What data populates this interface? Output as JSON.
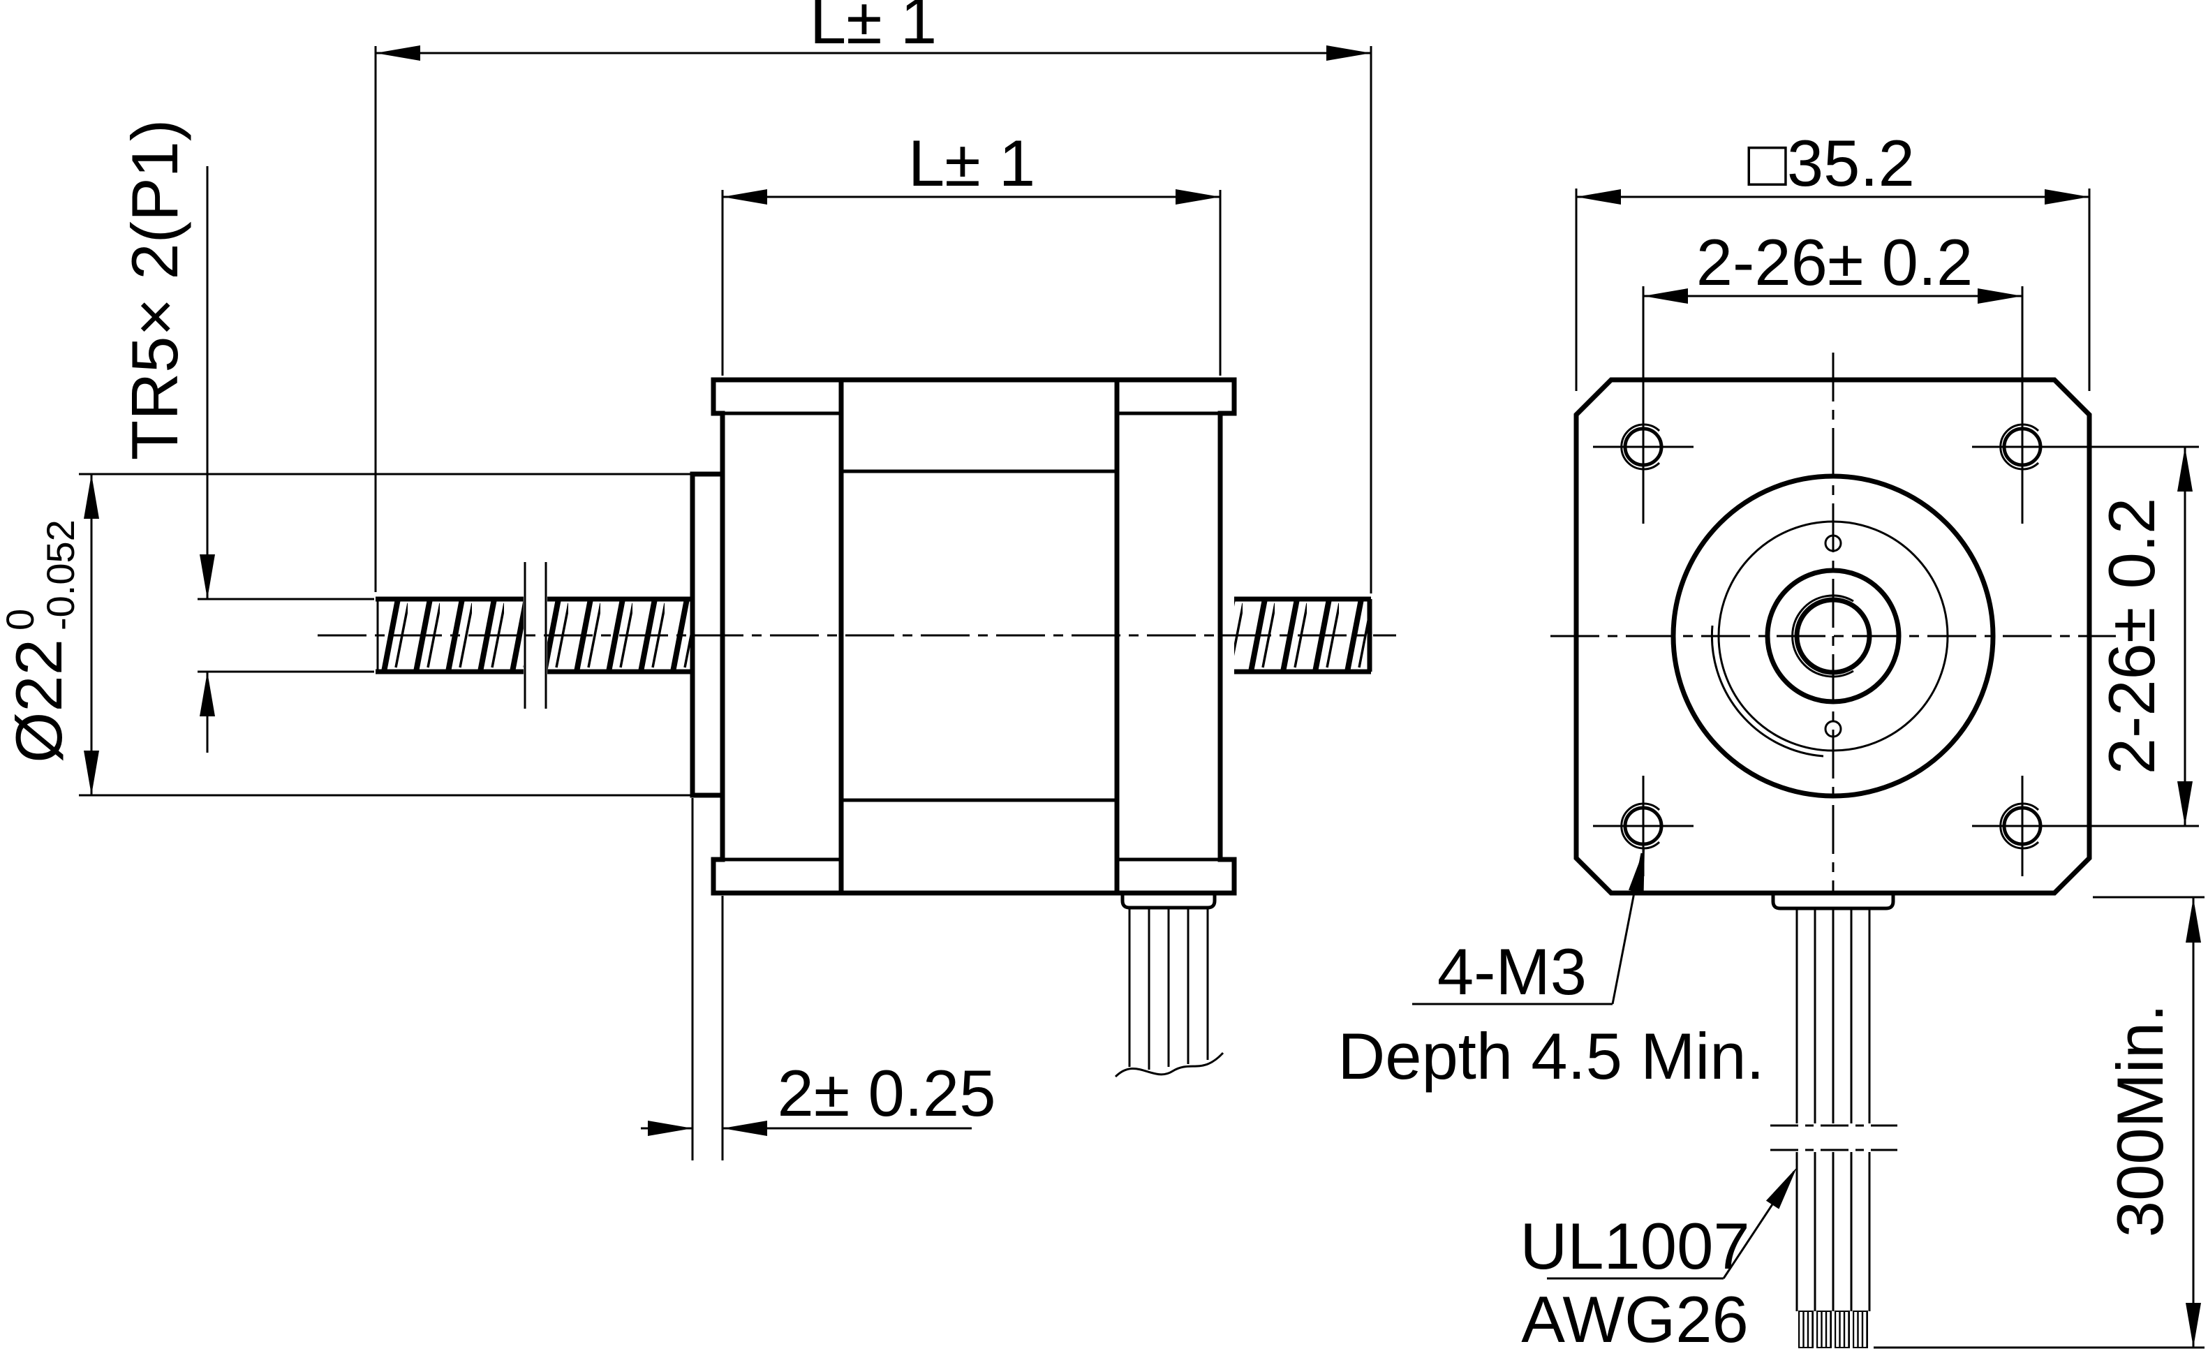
{
  "drawing": {
    "background_color": "#ffffff",
    "line_color": "#000000",
    "side_view": {
      "dim_overall_length": "L± 1",
      "dim_body_length": "L± 1",
      "dim_screw_thread": "TR5× 2(P1)",
      "dim_boss_diameter": "Ø22",
      "dim_boss_diameter_tol_upper": "0",
      "dim_boss_diameter_tol_lower": "-0.052",
      "dim_boss_thickness": "2± 0.25"
    },
    "front_view": {
      "dim_face_size": "□35.2",
      "dim_hole_spacing_horizontal": "2-26± 0.2",
      "dim_hole_spacing_vertical": "2-26± 0.2",
      "label_holes_line1": "4-M3",
      "label_holes_line2": "Depth 4.5 Min.",
      "label_wires_line1": "UL1007",
      "label_wires_line2": "AWG26",
      "dim_wire_length": "300Min."
    }
  }
}
